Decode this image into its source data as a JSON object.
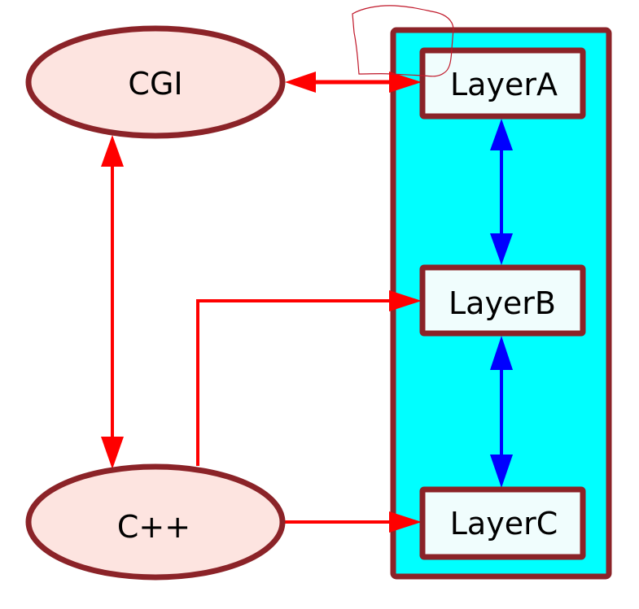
{
  "diagram": {
    "title": "",
    "colors": {
      "ellipse_fill": "#fde4e0",
      "node_stroke": "#8b2328",
      "container_fill": "#00ffff",
      "layer_fill": "#f0fdfd",
      "red_edge": "#ff0000",
      "blue_edge": "#0000ff",
      "annotation": "#c0182a"
    },
    "nodes": {
      "cgi": {
        "label": "CGI",
        "shape": "ellipse"
      },
      "cpp": {
        "label": "C++",
        "shape": "ellipse"
      },
      "layer_a": {
        "label": "LayerA",
        "shape": "rect"
      },
      "layer_b": {
        "label": "LayerB",
        "shape": "rect"
      },
      "layer_c": {
        "label": "LayerC",
        "shape": "rect"
      }
    },
    "container": {
      "label": "",
      "contains": [
        "layer_a",
        "layer_b",
        "layer_c"
      ]
    },
    "edges": [
      {
        "from": "cgi",
        "to": "layer_a",
        "direction": "both",
        "color": "red"
      },
      {
        "from": "cgi",
        "to": "cpp",
        "direction": "both",
        "color": "red"
      },
      {
        "from": "cpp",
        "to": "layer_b",
        "direction": "forward",
        "color": "red",
        "routing": "orthogonal"
      },
      {
        "from": "cpp",
        "to": "layer_c",
        "direction": "forward",
        "color": "red"
      },
      {
        "from": "layer_a",
        "to": "layer_b",
        "direction": "both",
        "color": "blue"
      },
      {
        "from": "layer_b",
        "to": "layer_c",
        "direction": "both",
        "color": "blue"
      }
    ],
    "annotations": [
      {
        "type": "freehand-stroke",
        "near": "layer_a"
      }
    ]
  }
}
